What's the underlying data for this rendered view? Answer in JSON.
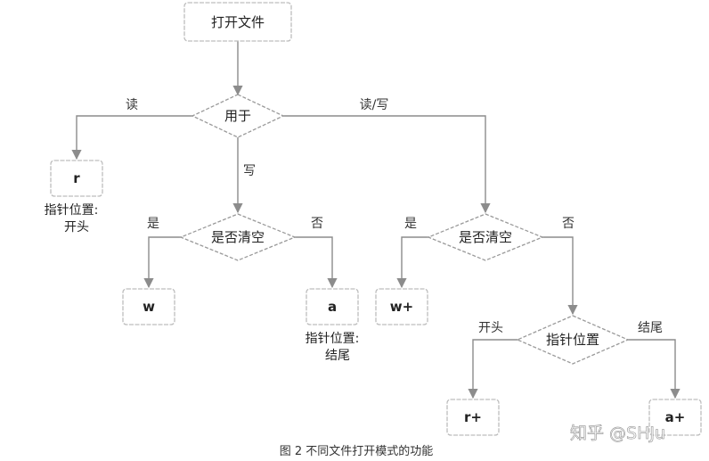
{
  "nodes": {
    "open_file": "打开文件",
    "used_for": "用于",
    "clear_left": "是否清空",
    "clear_right": "是否清空",
    "pointer_pos": "指针位置",
    "r": "r",
    "w": "w",
    "a": "a",
    "w_plus": "w+",
    "r_plus": "r+",
    "a_plus": "a+"
  },
  "edge_labels": {
    "read": "读",
    "read_write": "读/写",
    "write": "写",
    "yes_left": "是",
    "no_left": "否",
    "yes_right": "是",
    "no_right": "否",
    "start": "开头",
    "end": "结尾"
  },
  "notes": {
    "r_line1": "指针位置:",
    "r_line2": "开头",
    "a_line1": "指针位置:",
    "a_line2": "结尾"
  },
  "caption": "图 2 不同文件打开模式的功能",
  "watermark": "知乎 @SHJu"
}
